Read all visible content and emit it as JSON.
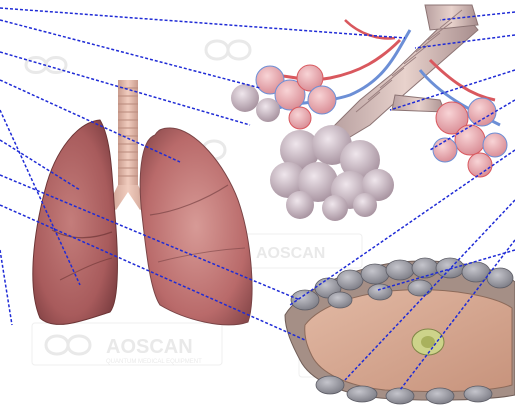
{
  "watermark": {
    "brand": "AOSCAN",
    "tagline": "QUANTUM MEDICAL EQUIPMENT"
  },
  "figures": [
    {
      "name": "lungs"
    },
    {
      "name": "bronchiole-alveoli"
    },
    {
      "name": "alveolar-wall-cross-section"
    }
  ],
  "leader_lines": {
    "color": "#1f2bd6",
    "style": "dashed",
    "left_group": 9,
    "right_group": 7
  },
  "colors": {
    "lung": "#b96a6a",
    "trachea": "#e6b8a8",
    "alveoli_red": "#e0606a",
    "alveoli_blue": "#6c8fd6",
    "vesicle": "#b9a8b4",
    "tissue": "#d4a890",
    "cell_gray": "#8d8d95"
  }
}
